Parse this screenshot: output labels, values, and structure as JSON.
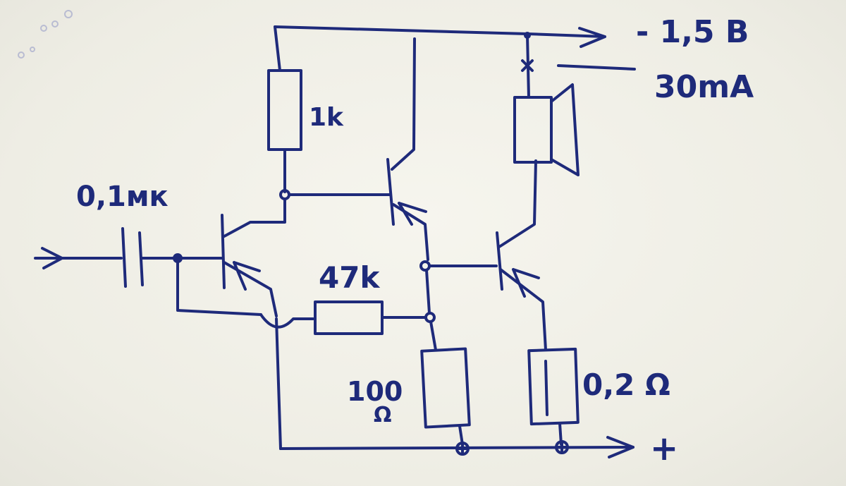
{
  "labels": {
    "supply_voltage": "- 1,5 B",
    "supply_current": "30mA",
    "r_collector": "1k",
    "capacitor": "0,1мк",
    "r_feedback": "47k",
    "r_emitter_num": "100",
    "r_emitter_unit": "Ω",
    "r_output": "0,2 Ω",
    "ground_plus": "+"
  },
  "colors": {
    "ink": "#1e2a7a",
    "paper": "#f1f0e8"
  }
}
